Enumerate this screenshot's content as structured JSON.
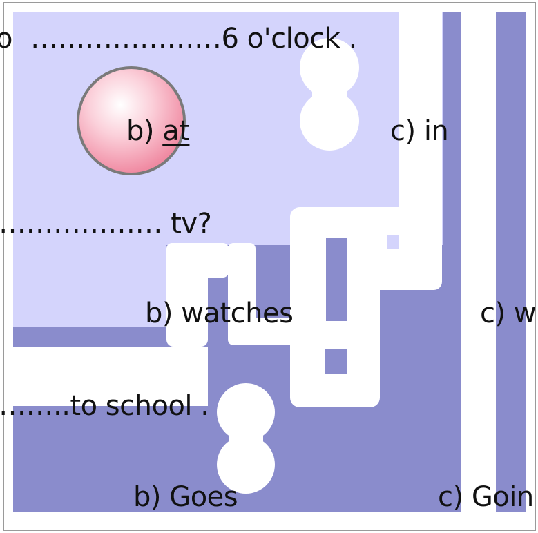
{
  "colors": {
    "light_lavender": "#d4d4fc",
    "dark_lavender": "#8a8ccc",
    "white": "#ffffff",
    "frame": "#9a9a9a",
    "ball": "#f4a6b6"
  },
  "questions": [
    {
      "stem_prefix": "o",
      "stem_blank": "…………………6 o'clock .",
      "option_b_letter": "b) ",
      "option_b_word": "at",
      "option_c": "c) in"
    },
    {
      "stem_blank": "……………… tv?",
      "option_b": "b) watches",
      "option_c": "c) w"
    },
    {
      "stem_blank": "……..to school .",
      "option_b": "b) Goes",
      "option_c": "c) Goin"
    }
  ]
}
